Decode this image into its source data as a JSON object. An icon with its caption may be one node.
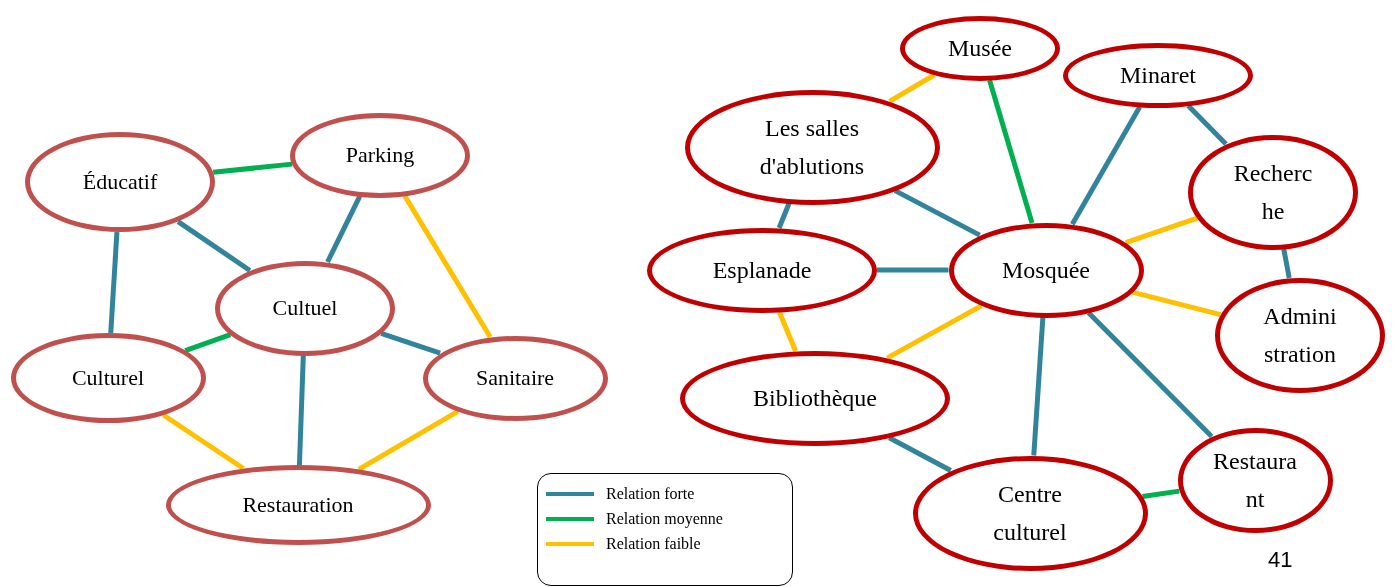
{
  "diagram": {
    "nodes": [
      {
        "text": [
          "Éducatif"
        ]
      },
      {
        "text": [
          "Parking"
        ]
      },
      {
        "text": [
          "Cultuel"
        ]
      },
      {
        "text": [
          "Culturel"
        ]
      },
      {
        "text": [
          "Sanitaire"
        ]
      },
      {
        "text": [
          "Restauration"
        ]
      },
      {
        "text": [
          "Musée"
        ]
      },
      {
        "text": [
          "Minaret"
        ]
      },
      {
        "text": [
          "Les salles d'ablutions"
        ]
      },
      {
        "text": [
          "Recherc he"
        ]
      },
      {
        "text": [
          "Esplanade"
        ]
      },
      {
        "text": [
          "Mosquée"
        ]
      },
      {
        "text": [
          "Admini stration"
        ]
      },
      {
        "text": [
          "Bibliothèque"
        ]
      },
      {
        "text": [
          "Centre culturel"
        ]
      },
      {
        "text": [
          "Restaura nt"
        ]
      }
    ],
    "edges": [
      {
        "from": 0,
        "to": 1,
        "arrow": "none",
        "color": "#00b050"
      },
      {
        "from": 0,
        "to": 3,
        "arrow": "none"
      },
      {
        "from": 0,
        "to": 2,
        "arrow": "none"
      },
      {
        "from": 1,
        "to": 2,
        "arrow": "none"
      },
      {
        "from": 1,
        "to": 4,
        "arrow": "none",
        "color": "#ffc000"
      },
      {
        "from": 2,
        "to": 3,
        "arrow": "none",
        "color": "#00b050"
      },
      {
        "from": 2,
        "to": 4,
        "arrow": "none"
      },
      {
        "from": 2,
        "to": 5,
        "arrow": "none"
      },
      {
        "from": 3,
        "to": 5,
        "arrow": "none",
        "color": "#ffc000"
      },
      {
        "from": 4,
        "to": 5,
        "arrow": "none",
        "color": "#ffc000"
      },
      {
        "from": 6,
        "to": 8,
        "arrow": "none",
        "color": "#ffc000"
      },
      {
        "from": 6,
        "to": 11,
        "arrow": "none",
        "color": "#00b050"
      },
      {
        "from": 7,
        "to": 11,
        "arrow": "none"
      },
      {
        "from": 7,
        "to": 9,
        "arrow": "none"
      },
      {
        "from": 8,
        "to": 11,
        "arrow": "none"
      },
      {
        "from": 8,
        "to": 10,
        "arrow": "none"
      },
      {
        "from": 9,
        "to": 11,
        "arrow": "none",
        "color": "#ffc000"
      },
      {
        "from": 9,
        "to": 12,
        "arrow": "none"
      },
      {
        "from": 10,
        "to": 11,
        "arrow": "none"
      },
      {
        "from": 10,
        "to": 13,
        "arrow": "none",
        "color": "#ffc000"
      },
      {
        "from": 11,
        "to": 12,
        "arrow": "none",
        "color": "#ffc000"
      },
      {
        "from": 11,
        "to": 13,
        "arrow": "none",
        "color": "#ffc000"
      },
      {
        "from": 11,
        "to": 14,
        "arrow": "none"
      },
      {
        "from": 11,
        "to": 15,
        "arrow": "none"
      },
      {
        "from": 13,
        "to": 14,
        "arrow": "none"
      },
      {
        "from": 14,
        "to": 15,
        "arrow": "none",
        "color": "#00b050"
      }
    ],
    "labels": [
      "41"
    ],
    "legend": [
      {
        "text": "Relation forte",
        "color": "#31849b"
      },
      {
        "text": "Relation moyenne",
        "color": "#00b050"
      },
      {
        "text": "Relation faible",
        "color": "#ffc000"
      }
    ]
  }
}
